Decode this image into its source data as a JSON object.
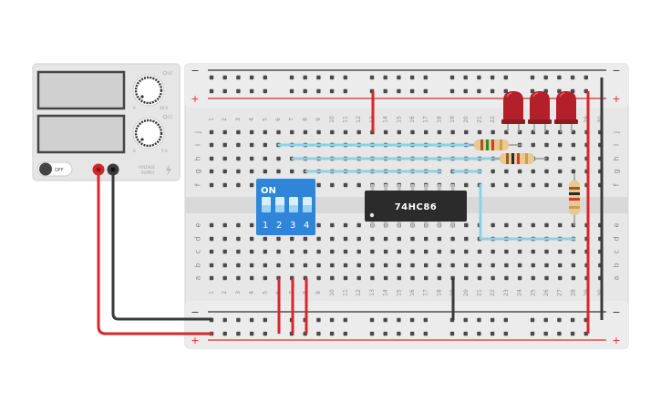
{
  "power_supply": {
    "voltage_range_min": "0",
    "voltage_range_max": "30 V",
    "current_range_min": "0",
    "current_range_max": "5 A",
    "voltage_mode": "VC",
    "current_mode": "CC",
    "switch_label": "OFF",
    "brand_line1": "VOLTAGE",
    "brand_line2": "SUPPLY"
  },
  "breadboard": {
    "column_numbers": [
      "1",
      "2",
      "3",
      "4",
      "5",
      "6",
      "7",
      "8",
      "9",
      "10",
      "11",
      "12",
      "13",
      "14",
      "15",
      "16",
      "17",
      "18",
      "19",
      "20",
      "21",
      "22",
      "23",
      "24",
      "25",
      "26",
      "27",
      "28",
      "29",
      "30"
    ],
    "rows_top": [
      "j",
      "i",
      "h",
      "g",
      "f"
    ],
    "rows_bottom": [
      "e",
      "d",
      "c",
      "b",
      "a"
    ],
    "rail_minus": "−",
    "rail_plus": "+"
  },
  "dip_switch": {
    "on_label": "ON",
    "switch_numbers": [
      "1",
      "2",
      "3",
      "4"
    ]
  },
  "ic": {
    "label": "74HC86"
  },
  "colors": {
    "board": "#e7e7e7",
    "rail_red": "#e02b2b",
    "rail_dark": "#333333",
    "wire_red": "#d9262c",
    "wire_black": "#3a3a3a",
    "wire_blue": "#8fd0e6",
    "dip_blue": "#2f86d8",
    "led_red": "#b3202a"
  }
}
